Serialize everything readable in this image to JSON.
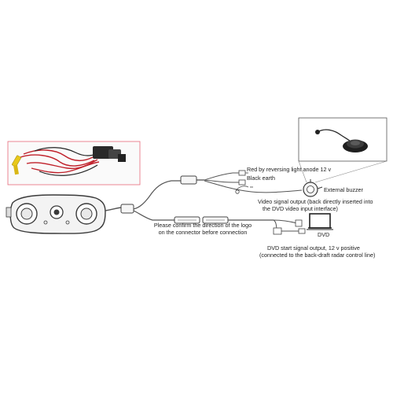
{
  "labels": {
    "red_wire": "Red by reversing light anode 12 v",
    "black_earth": "Black earth",
    "buzzer": "External buzzer",
    "video_line1": "Video signal output (back directly inserted into",
    "video_line2": "the DVD video input interface)",
    "confirm_line1": "Please confirm the direction of the logo",
    "confirm_line2": "on the connector before connection",
    "dvd": "DVD",
    "dvd_start_line1": "DVD start signal output, 12 v positive",
    "dvd_start_line2": "(connected to the back-draft radar control line)"
  },
  "colors": {
    "inset_border": "#e86a7a",
    "red_wire": "#c0202a",
    "yellow_plug": "#e8c81a",
    "line": "#555555",
    "device": "#3a3a3a"
  },
  "icons": [
    "wiring-harness-photo",
    "camera-radar-unit",
    "buzzer-sensor",
    "dvd-screen"
  ]
}
